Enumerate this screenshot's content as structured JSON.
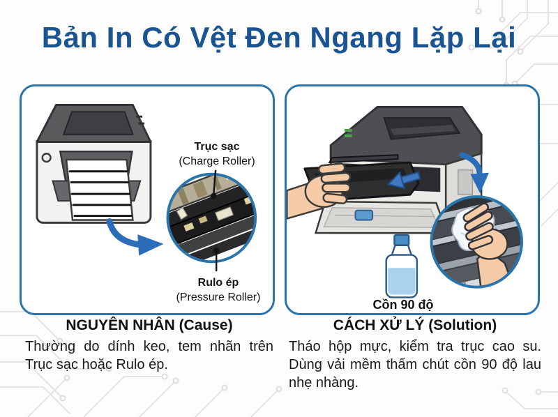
{
  "title": "Bản In Có Vệt Đen Ngang Lặp Lại",
  "left_panel": {
    "charge_roller": {
      "vi": "Trục sạc",
      "en": "(Charge Roller)"
    },
    "pressure_roller": {
      "vi": "Rulo ép",
      "en": "(Pressure Roller)"
    }
  },
  "right_panel": {
    "bottle_label": "Cồn 90 độ"
  },
  "captions": {
    "cause": {
      "heading": "NGUYÊN NHÂN (Cause)",
      "body": "Thường do dính keo, tem nhãn trên Trục sạc hoặc Rulo ép."
    },
    "solution": {
      "heading": "CÁCH XỬ LÝ (Solution)",
      "body": "Tháo hộp mực, kiểm tra trục cao su. Dùng vải mềm thấm chút cồn 90 độ lau nhẹ nhàng."
    }
  },
  "colors": {
    "title_blue": "#1a5492",
    "panel_border": "#2874ab",
    "arrow_blue": "#2b6db8",
    "streak_black": "#141414",
    "skin_tone": "#f4cba6",
    "alcohol_liquid": "#a9d2ee"
  }
}
